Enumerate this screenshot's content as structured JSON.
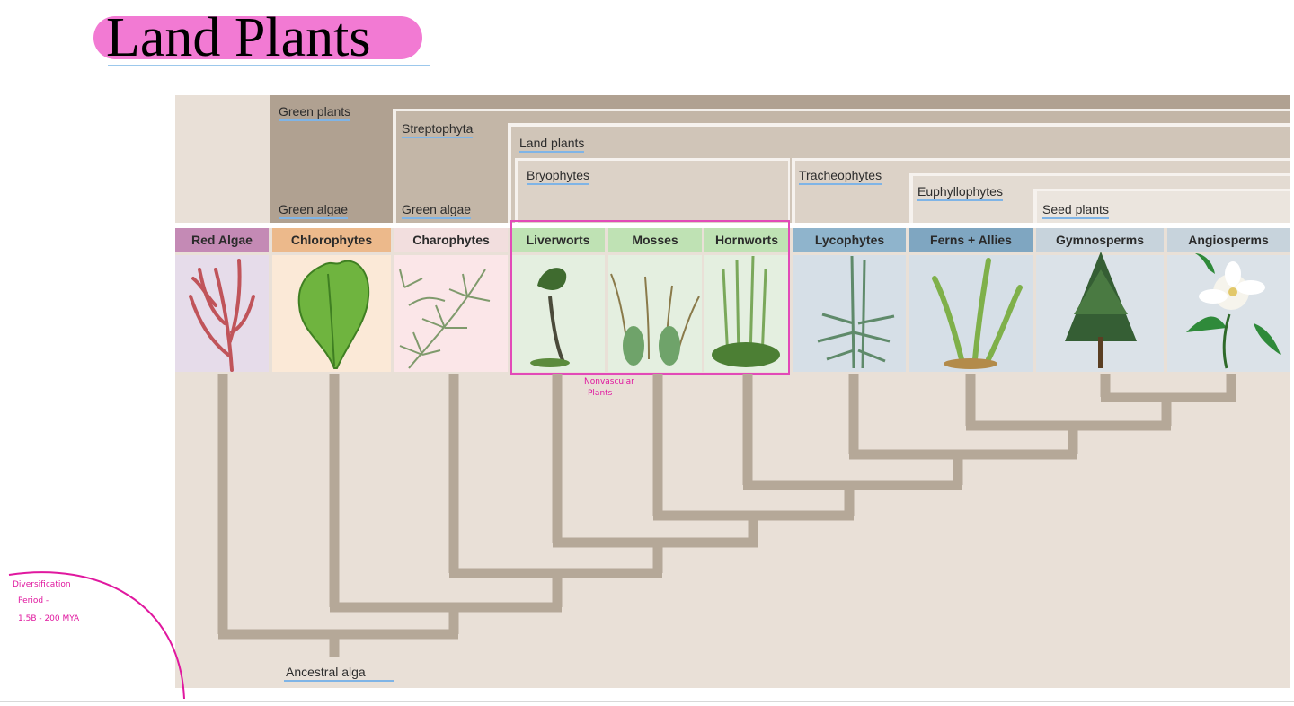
{
  "title": "Land Plants",
  "clades": {
    "green_plants": "Green plants",
    "green_algae_1": "Green algae",
    "green_algae_2": "Green algae",
    "streptophyta": "Streptophyta",
    "land_plants": "Land plants",
    "bryophytes": "Bryophytes",
    "tracheophytes": "Tracheophytes",
    "euphyllophytes": "Euphyllophytes",
    "seed_plants": "Seed plants"
  },
  "groups": [
    {
      "label": "Red Algae",
      "color": "#c48ab5",
      "panel": "#e6dcea",
      "icon": "red-algae-icon"
    },
    {
      "label": "Chlorophytes",
      "color": "#ecb98b",
      "panel": "#fbe9d7",
      "icon": "chlorophyte-icon"
    },
    {
      "label": "Charophytes",
      "color": "#f2dede",
      "panel": "#fbe6e8",
      "icon": "charophyte-icon"
    },
    {
      "label": "Liverworts",
      "color": "#bfe2b4",
      "panel": "#e4efe0",
      "icon": "liverwort-icon"
    },
    {
      "label": "Mosses",
      "color": "#bfe2b4",
      "panel": "#e4efe0",
      "icon": "moss-icon"
    },
    {
      "label": "Hornworts",
      "color": "#bfe2b4",
      "panel": "#e4efe0",
      "icon": "hornwort-icon"
    },
    {
      "label": "Lycophytes",
      "color": "#8fb4cc",
      "panel": "#d6dfe7",
      "icon": "lycophyte-icon"
    },
    {
      "label": "Ferns + Allies",
      "color": "#7fa6c1",
      "panel": "#d6dfe7",
      "icon": "fern-icon"
    },
    {
      "label": "Gymnosperms",
      "color": "#c7d3dc",
      "panel": "#dbe2e8",
      "icon": "gymnosperm-icon"
    },
    {
      "label": "Angiosperms",
      "color": "#c7d3dc",
      "panel": "#dbe2e8",
      "icon": "angiosperm-icon"
    }
  ],
  "root_label": "Ancestral alga",
  "annotations": {
    "nonvascular": "Nonvascular",
    "nonvascular_2": "Plants",
    "margin_1": "Diversification",
    "margin_2": "Period -",
    "margin_3": "1.5B - 200 MYA"
  },
  "colors": {
    "branch": "#b5a898",
    "background": "#e9e0d7",
    "frame_dark": "#b0a191",
    "highlight": "#f27ad3",
    "pink_outline": "#e24ab8"
  }
}
